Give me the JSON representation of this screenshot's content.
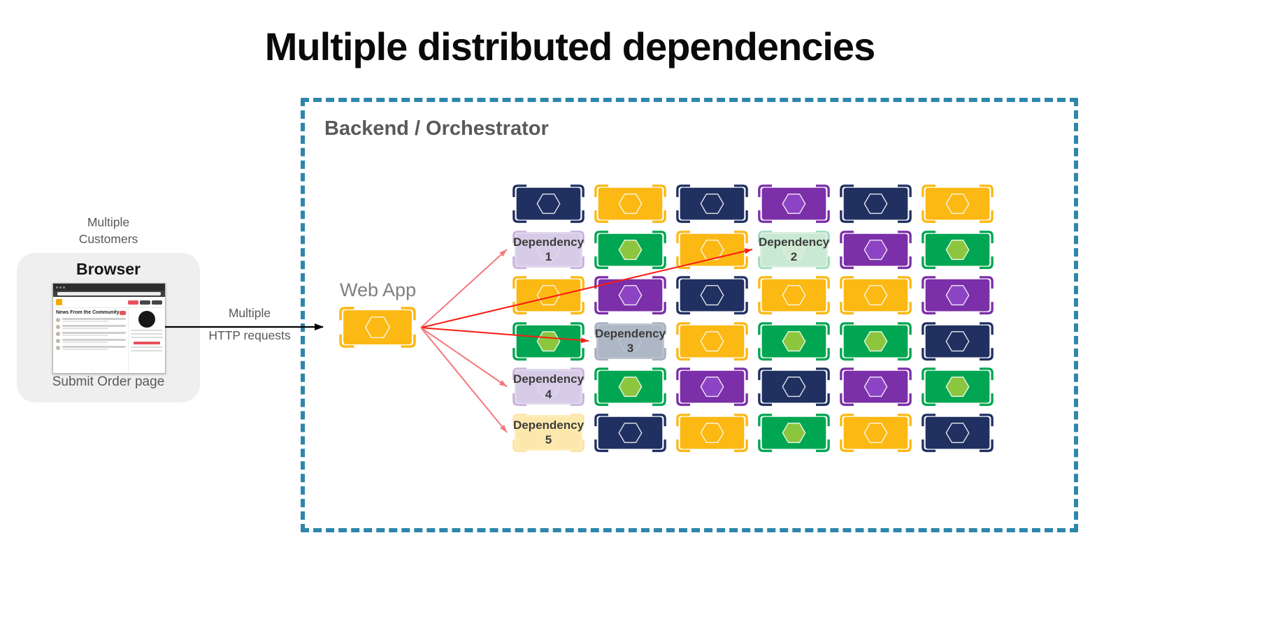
{
  "title": "Multiple distributed dependencies",
  "customers": {
    "line1": "Multiple",
    "line2": "Customers"
  },
  "browser": {
    "title": "Browser",
    "caption": "Submit Order page",
    "thumb_headline": "News From the Community"
  },
  "http_label": {
    "line1": "Multiple",
    "line2": "HTTP requests"
  },
  "backend": {
    "title": "Backend / Orchestrator",
    "web_app": "Web App"
  },
  "colors": {
    "navy": "#203061",
    "yellow": "#fcb813",
    "purple": "#7b2fa8",
    "green": "#00a651",
    "green_hex": "#8cc63f",
    "purple_hex": "#8d44c4",
    "border_blue": "#2e86ab",
    "arrow_red": "#fb1c12",
    "arrow_pink": "#f4787e",
    "arrow_black": "#000000"
  },
  "grid": {
    "rows": [
      [
        "navy",
        "yellow",
        "navy",
        "purple",
        "navy",
        "yellow"
      ],
      [
        "purple",
        "green",
        "yellow",
        "green",
        "purple",
        "green"
      ],
      [
        "yellow",
        "purple",
        "navy",
        "yellow",
        "yellow",
        "purple"
      ],
      [
        "green",
        "navy",
        "yellow",
        "green",
        "green",
        "navy"
      ],
      [
        "purple",
        "green",
        "purple",
        "navy",
        "purple",
        "green"
      ],
      [
        "yellow",
        "navy",
        "yellow",
        "green",
        "yellow",
        "navy"
      ]
    ]
  },
  "dependencies": [
    {
      "label": "Dependency 1",
      "row": 2,
      "col": 1,
      "tint": "#d9d2e9",
      "tone": "pink"
    },
    {
      "label": "Dependency 2",
      "row": 2,
      "col": 4,
      "tint": "#d4ecd9",
      "tone": "red"
    },
    {
      "label": "Dependency 3",
      "row": 4,
      "col": 2,
      "tint": "#aeb8c6",
      "tone": "red"
    },
    {
      "label": "Dependency 4",
      "row": 5,
      "col": 1,
      "tint": "#d9d2e9",
      "tone": "pink"
    },
    {
      "label": "Dependency 5",
      "row": 6,
      "col": 1,
      "tint": "#fde9ad",
      "tone": "pink"
    }
  ]
}
